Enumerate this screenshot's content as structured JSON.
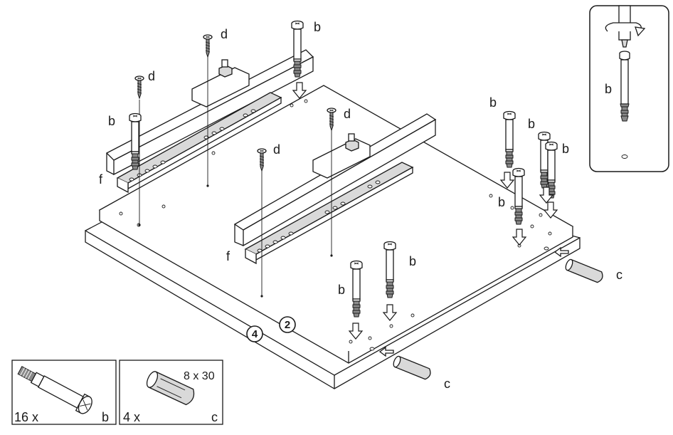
{
  "callouts": {
    "b": "b",
    "c": "c",
    "d": "d",
    "f": "f"
  },
  "steps": {
    "step_2": "2",
    "step_4": "4"
  },
  "parts": {
    "cam_bolt": {
      "quantity": "16 x",
      "letter": "b"
    },
    "dowel": {
      "quantity": "4 x",
      "letter": "c",
      "size": "8 x 30"
    }
  },
  "icons": {
    "cam_bolt": "cam-bolt-icon",
    "dowel": "wooden-dowel-icon",
    "screw": "screw-icon",
    "screwdriver": "screwdriver-icon",
    "rotation": "rotate-clockwise-icon",
    "insert_arrow": "insert-arrow-icon",
    "drawer_runner": "drawer-runner-icon"
  }
}
